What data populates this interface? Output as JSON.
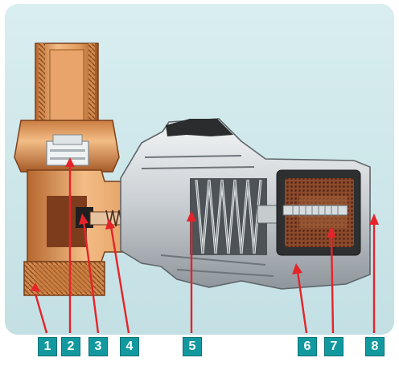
{
  "diagram": {
    "callouts": [
      {
        "label": "1"
      },
      {
        "label": "2"
      },
      {
        "label": "3"
      },
      {
        "label": "4"
      },
      {
        "label": "5"
      },
      {
        "label": "6"
      },
      {
        "label": "7"
      },
      {
        "label": "8"
      }
    ],
    "colors": {
      "panel": "#cfe7ea",
      "brass_light": "#f0b57c",
      "brass_dark": "#b5672e",
      "silver": "#d9dde0",
      "element_core": "#7a3a22",
      "arrow": "#e4242a",
      "badge": "#12999f"
    }
  }
}
